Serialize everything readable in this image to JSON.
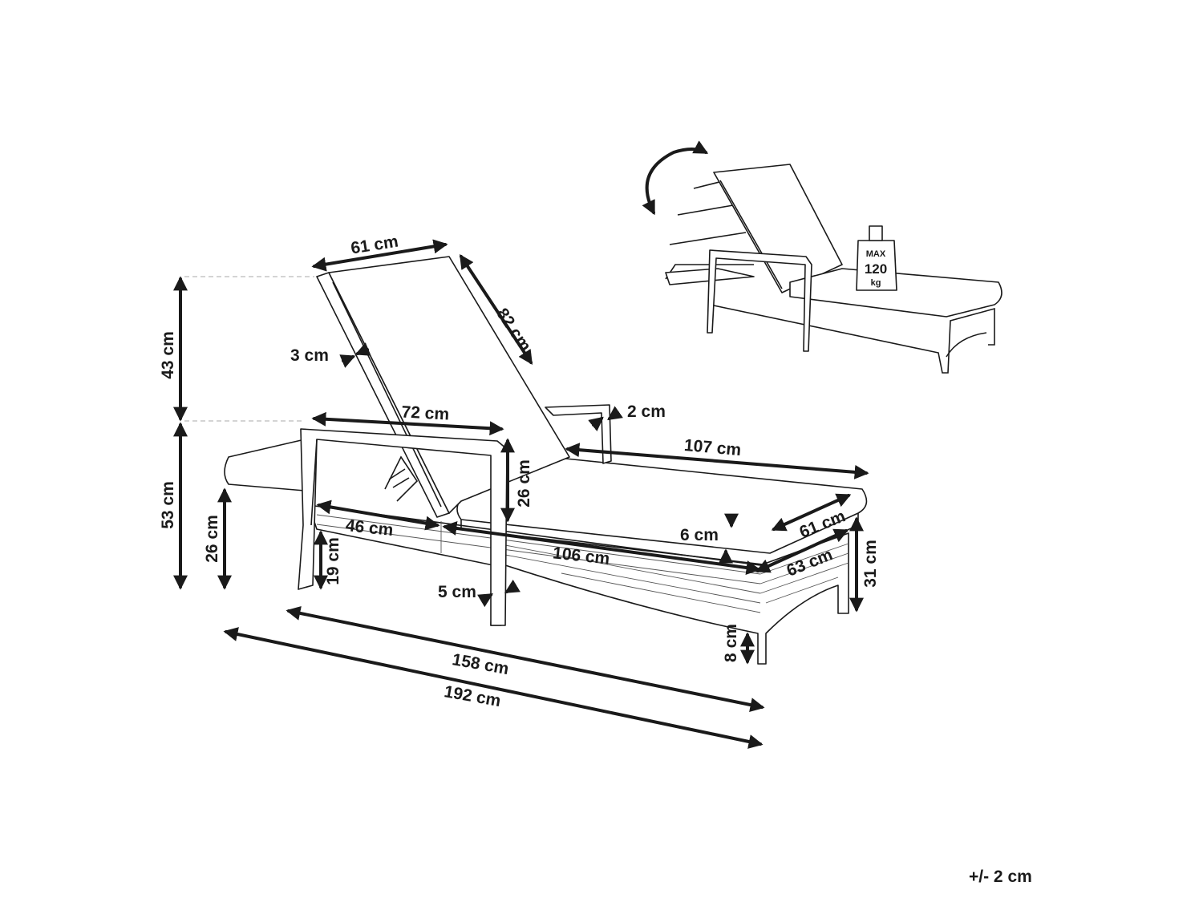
{
  "dimensions": {
    "back_width": "61 cm",
    "back_length": "82 cm",
    "back_frame": "3 cm",
    "armrest_length": "72 cm",
    "armrest_thickness": "2 cm",
    "seat_length": "107 cm",
    "back_height": "43 cm",
    "total_height": "53 cm",
    "seat_height": "26 cm",
    "armrest_height": "26 cm",
    "front_section": "46 cm",
    "leg_gap": "19 cm",
    "cushion_thickness": "6 cm",
    "seat_width": "61 cm",
    "frame_length": "106 cm",
    "frame_width": "63 cm",
    "rear_height": "31 cm",
    "leg_width": "5 cm",
    "leg_height": "8 cm",
    "inner_length": "158 cm",
    "total_length": "192 cm"
  },
  "badge": {
    "line1": "MAX",
    "line2": "120",
    "line3": "kg"
  },
  "tolerance": "+/- 2 cm"
}
